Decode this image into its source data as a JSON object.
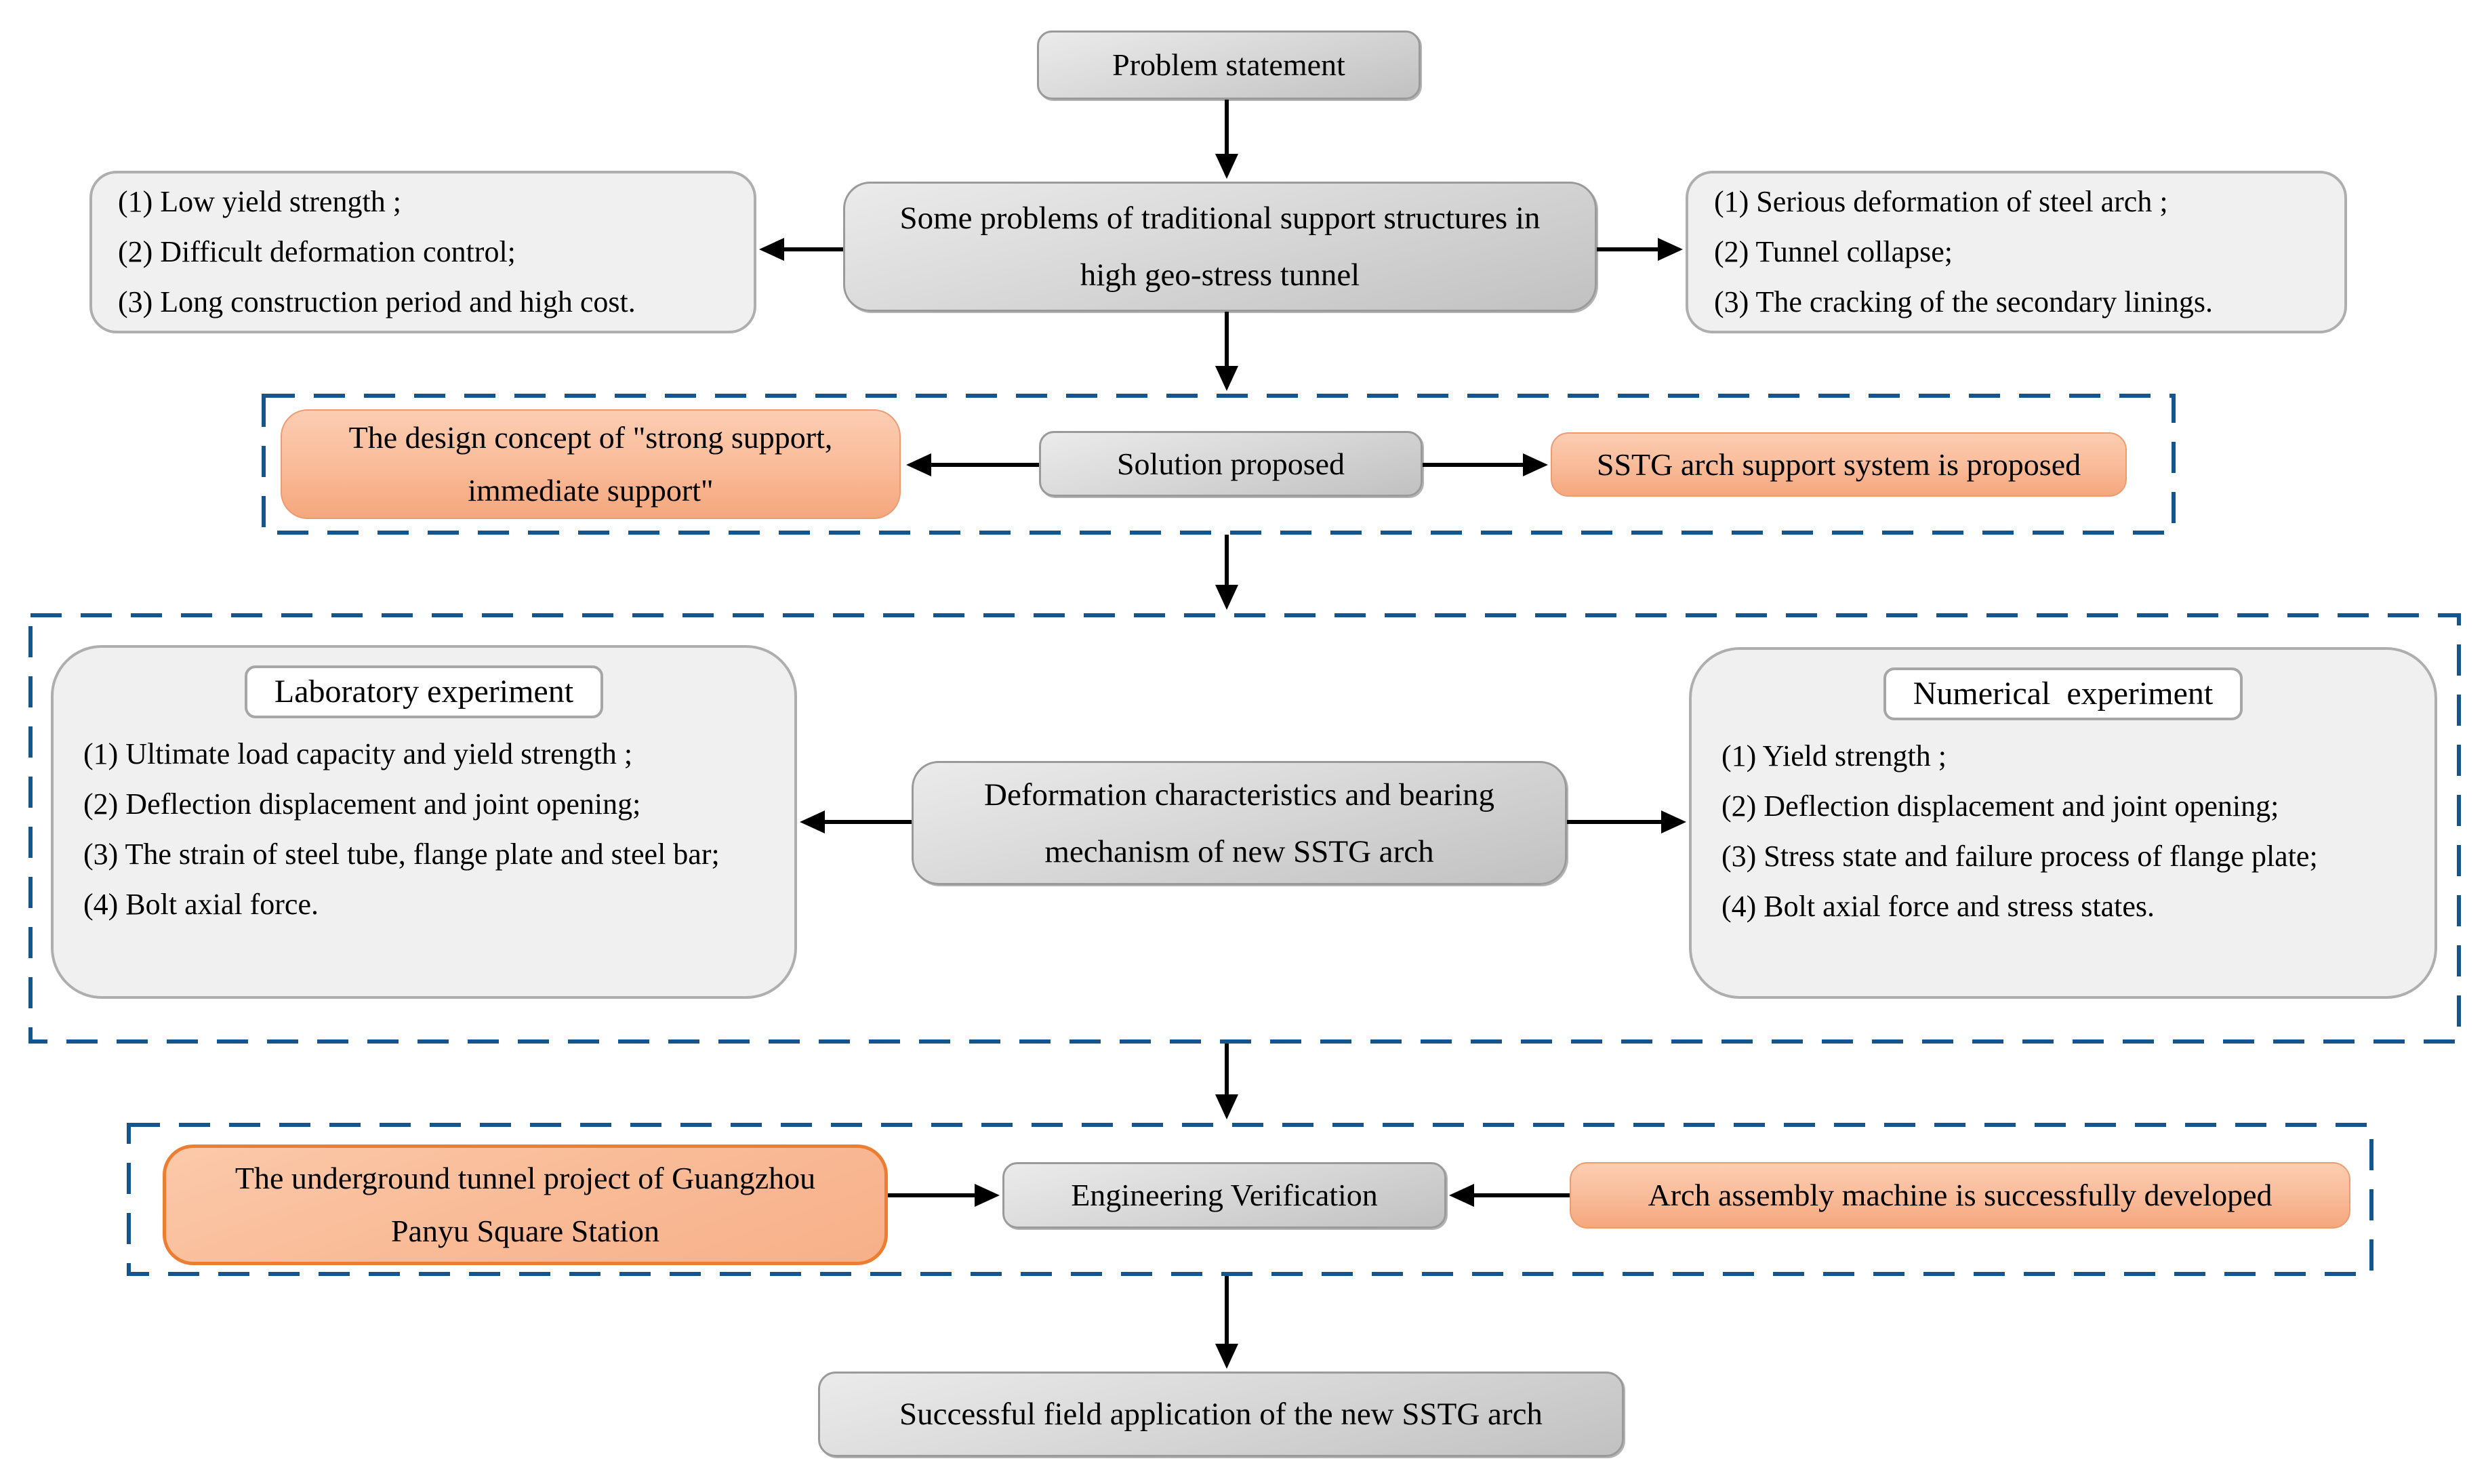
{
  "colors": {
    "dashed_frame_blue": "#15558E",
    "gray_box": "#d0d0d0",
    "light_box_fill": "#f1f0f0",
    "orange_fill": "#f8b993",
    "orange_strong_border": "#ED7D31",
    "arrow_black": "#000000"
  },
  "nodes": {
    "problem_statement": "Problem statement",
    "traditional_problems": "Some problems of traditional support structures in high geo-stress tunnel",
    "left_problems": [
      "(1) Low yield strength ;",
      "(2) Difficult deformation control;",
      "(3) Long construction period and high cost."
    ],
    "right_problems": [
      "(1) Serious deformation of steel arch ;",
      "(2) Tunnel collapse;",
      "(3) The cracking of the secondary linings."
    ],
    "design_concept": "The design concept of \"strong support, immediate support\"",
    "solution_proposed": "Solution proposed",
    "sstg_proposed": "SSTG arch support system is proposed",
    "lab_title": "Laboratory experiment",
    "lab_items": [
      "(1) Ultimate load capacity and yield strength ;",
      "(2) Deflection displacement and joint opening;",
      "(3) The strain of steel tube, flange plate and steel bar;",
      "(4) Bolt axial force."
    ],
    "deformation_mechanism": "Deformation characteristics and bearing mechanism of new SSTG arch",
    "numerical_title": "Numerical  experiment",
    "numerical_items": [
      "(1) Yield strength ;",
      "(2) Deflection displacement and joint opening;",
      "(3) Stress state and failure process of flange plate;",
      "(4) Bolt axial force and stress states."
    ],
    "tunnel_project": "The underground tunnel project of Guangzhou Panyu Square Station",
    "engineering_verification": "Engineering Verification",
    "arch_machine": "Arch assembly machine is successfully developed",
    "final_application": "Successful field application of the new SSTG arch"
  }
}
